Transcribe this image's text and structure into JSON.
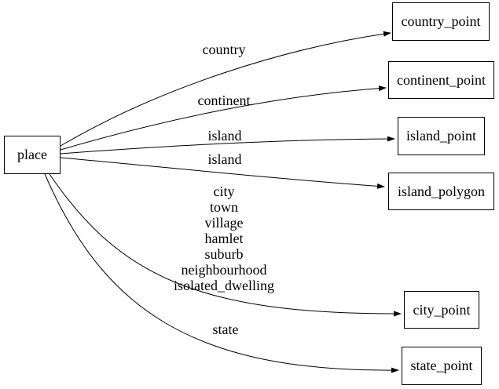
{
  "diagram": {
    "type": "directed-graph",
    "colors": {
      "background": "#ffffff",
      "node_border": "#000000",
      "edge": "#000000",
      "text": "#000000"
    },
    "nodes": [
      {
        "id": "place",
        "label": "place"
      },
      {
        "id": "country_point",
        "label": "country_point"
      },
      {
        "id": "continent_point",
        "label": "continent_point"
      },
      {
        "id": "island_point",
        "label": "island_point"
      },
      {
        "id": "island_polygon",
        "label": "island_polygon"
      },
      {
        "id": "city_point",
        "label": "city_point"
      },
      {
        "id": "state_point",
        "label": "state_point"
      }
    ],
    "edges": [
      {
        "from": "place",
        "to": "country_point",
        "label": "country"
      },
      {
        "from": "place",
        "to": "continent_point",
        "label": "continent"
      },
      {
        "from": "place",
        "to": "island_point",
        "label": "island"
      },
      {
        "from": "place",
        "to": "island_polygon",
        "label": "island"
      },
      {
        "from": "place",
        "to": "city_point",
        "labels": [
          "city",
          "town",
          "village",
          "hamlet",
          "suburb",
          "neighbourhood",
          "isolated_dwelling"
        ]
      },
      {
        "from": "place",
        "to": "state_point",
        "label": "state"
      }
    ]
  }
}
